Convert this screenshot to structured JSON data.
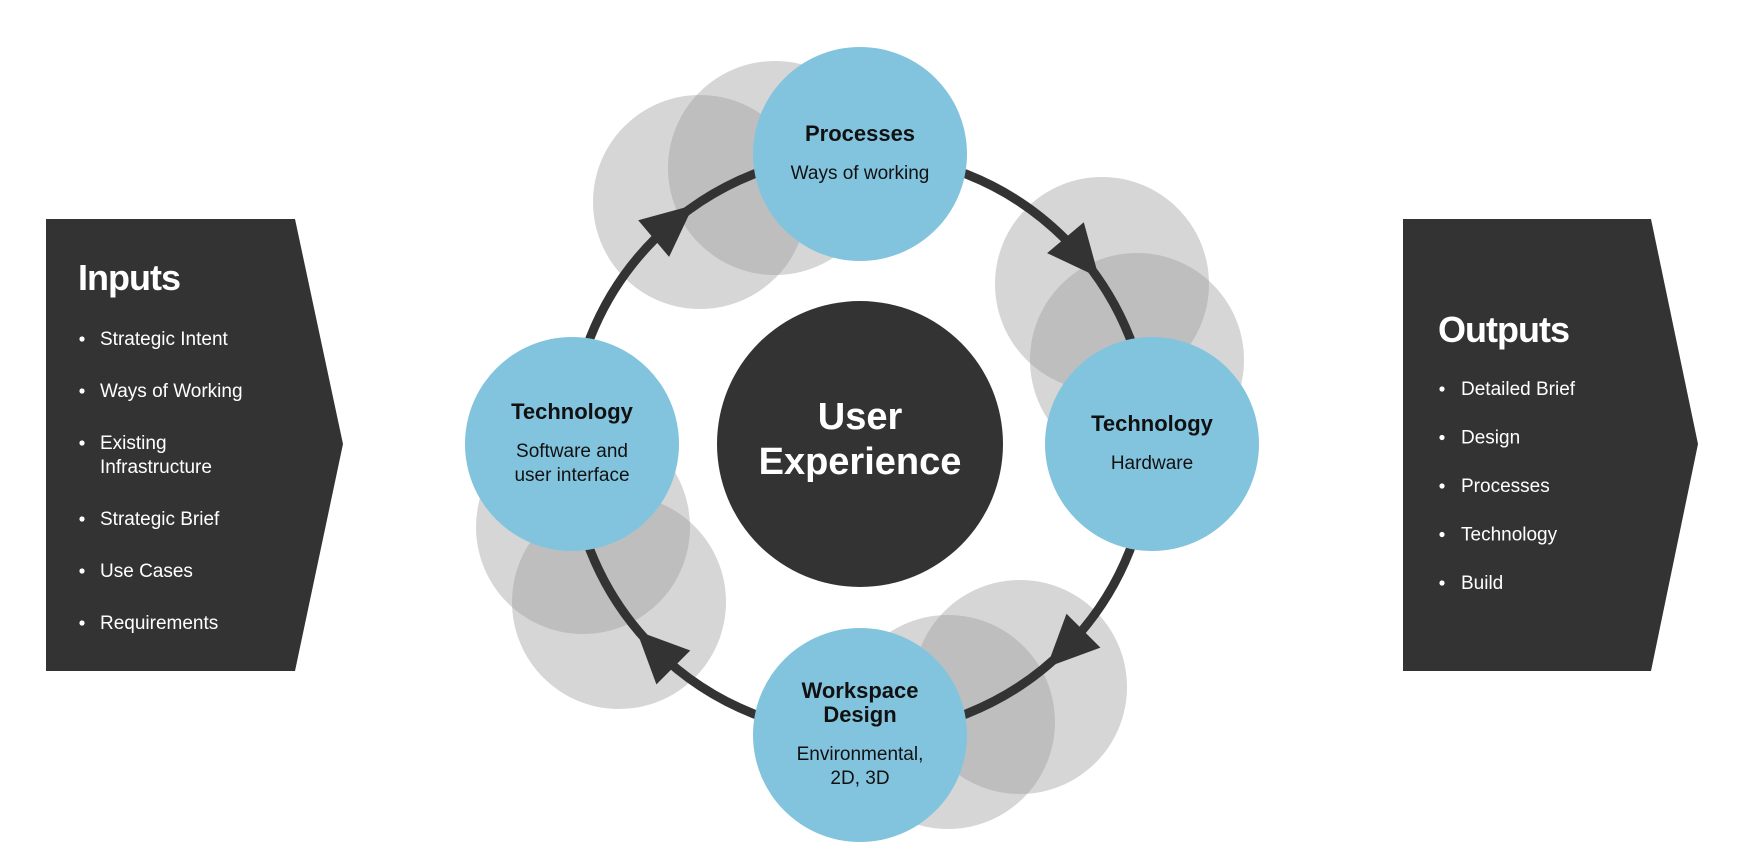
{
  "colors": {
    "dark": "#333333",
    "node": "#82c4de",
    "ghost_light": "#bdbdbd",
    "ghost_dark": "#8a8a8a",
    "text_dark": "#111111",
    "text_light": "#ffffff"
  },
  "inputs": {
    "title": "Inputs",
    "items": [
      [
        "Strategic Intent"
      ],
      [
        "Ways of Working"
      ],
      [
        "Existing",
        "Infrastructure"
      ],
      [
        "Strategic Brief"
      ],
      [
        "Use Cases"
      ],
      [
        "Requirements"
      ]
    ]
  },
  "outputs": {
    "title": "Outputs",
    "items": [
      [
        "Detailed Brief"
      ],
      [
        "Design"
      ],
      [
        "Processes"
      ],
      [
        "Technology"
      ],
      [
        "Build"
      ]
    ]
  },
  "center": {
    "lines": [
      "User",
      "Experience"
    ]
  },
  "nodes": [
    {
      "id": "processes",
      "title": [
        "Processes"
      ],
      "subtitle": [
        "Ways of working"
      ]
    },
    {
      "id": "technology-hardware",
      "title": [
        "Technology"
      ],
      "subtitle": [
        "Hardware"
      ]
    },
    {
      "id": "workspace-design",
      "title": [
        "Workspace",
        "Design"
      ],
      "subtitle": [
        "Environmental,",
        "2D, 3D"
      ]
    },
    {
      "id": "technology-software",
      "title": [
        "Technology"
      ],
      "subtitle": [
        "Software and",
        "user interface"
      ]
    }
  ]
}
